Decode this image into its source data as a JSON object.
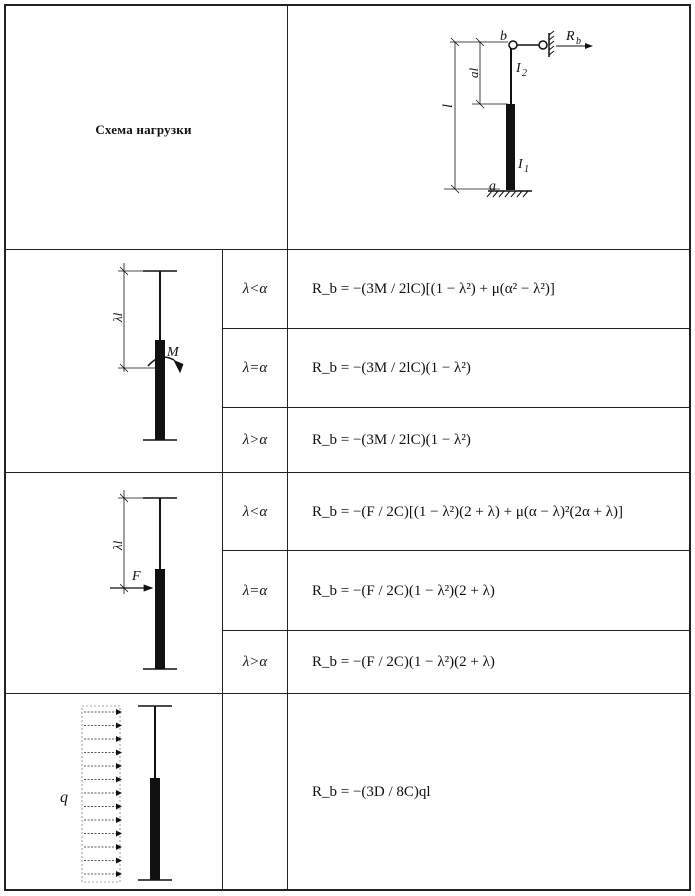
{
  "header": {
    "label": "Схема нагрузки",
    "diagram_labels": {
      "b": "b",
      "a": "a",
      "al": "al",
      "l": "l",
      "I2": "I",
      "I2_sub": "2",
      "I1": "I",
      "I1_sub": "1",
      "Rb": "R",
      "Rb_sub": "b"
    }
  },
  "sections": [
    {
      "load_label": "M",
      "span_label": "λl",
      "rows": [
        {
          "condition": "λ<α",
          "formula": "R_b = −(3M / 2lC)[(1 − λ²) + μ(α² − λ²)]"
        },
        {
          "condition": "λ=α",
          "formula": "R_b = −(3M / 2lC)(1 − λ²)"
        },
        {
          "condition": "λ>α",
          "formula": "R_b = −(3M / 2lC)(1 − λ²)"
        }
      ]
    },
    {
      "load_label": "F",
      "span_label": "λl",
      "rows": [
        {
          "condition": "λ<α",
          "formula": "R_b = −(F / 2C)[(1 − λ²)(2 + λ) + μ(α − λ)²(2α + λ)]"
        },
        {
          "condition": "λ=α",
          "formula": "R_b = −(F / 2C)(1 − λ²)(2 + λ)"
        },
        {
          "condition": "λ>α",
          "formula": "R_b = −(F / 2C)(1 − λ²)(2 + λ)"
        }
      ]
    },
    {
      "load_label": "q",
      "rows": [
        {
          "condition": "",
          "formula": "R_b = −(3D / 8C)ql"
        }
      ]
    }
  ]
}
